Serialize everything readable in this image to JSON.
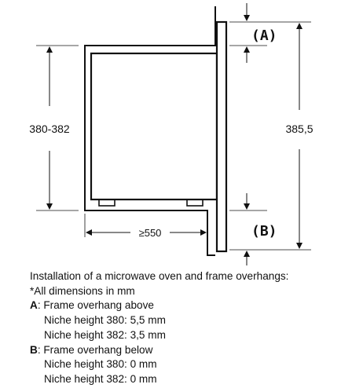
{
  "diagram": {
    "dim_left": "380-382",
    "dim_right": "385,5",
    "dim_bottom": "≥550",
    "label_a": "(A)",
    "label_b": "(B)"
  },
  "caption": {
    "title": "Installation of a microwave oven and frame overhangs:",
    "note": "*All dimensions in mm",
    "a_key": "A",
    "a_text": ": Frame overhang above",
    "a_380": "Niche height 380: 5,5 mm",
    "a_382": "Niche height 382: 3,5 mm",
    "b_key": "B",
    "b_text": ": Frame overhang below",
    "b_380": "Niche height 380: 0 mm",
    "b_382": "Niche height 382: 0 mm"
  },
  "colors": {
    "line": "#111111",
    "background": "#ffffff"
  }
}
